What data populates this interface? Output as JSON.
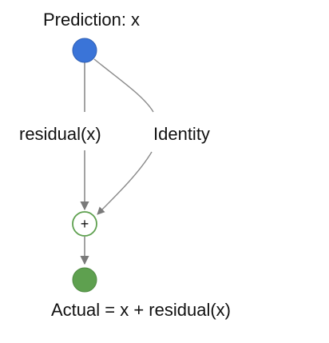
{
  "diagram": {
    "nodes": {
      "prediction": {
        "label": "Prediction: x",
        "color": "#3a74d8"
      },
      "sum": {
        "symbol": "+",
        "stroke": "#5ea04f",
        "fill": "#ffffff"
      },
      "actual": {
        "label": "Actual = x + residual(x)",
        "color": "#5ea04f"
      }
    },
    "edges": {
      "residual": {
        "label": "residual(x)"
      },
      "identity": {
        "label": "Identity"
      }
    },
    "edge_color": "#8a8a8a"
  }
}
